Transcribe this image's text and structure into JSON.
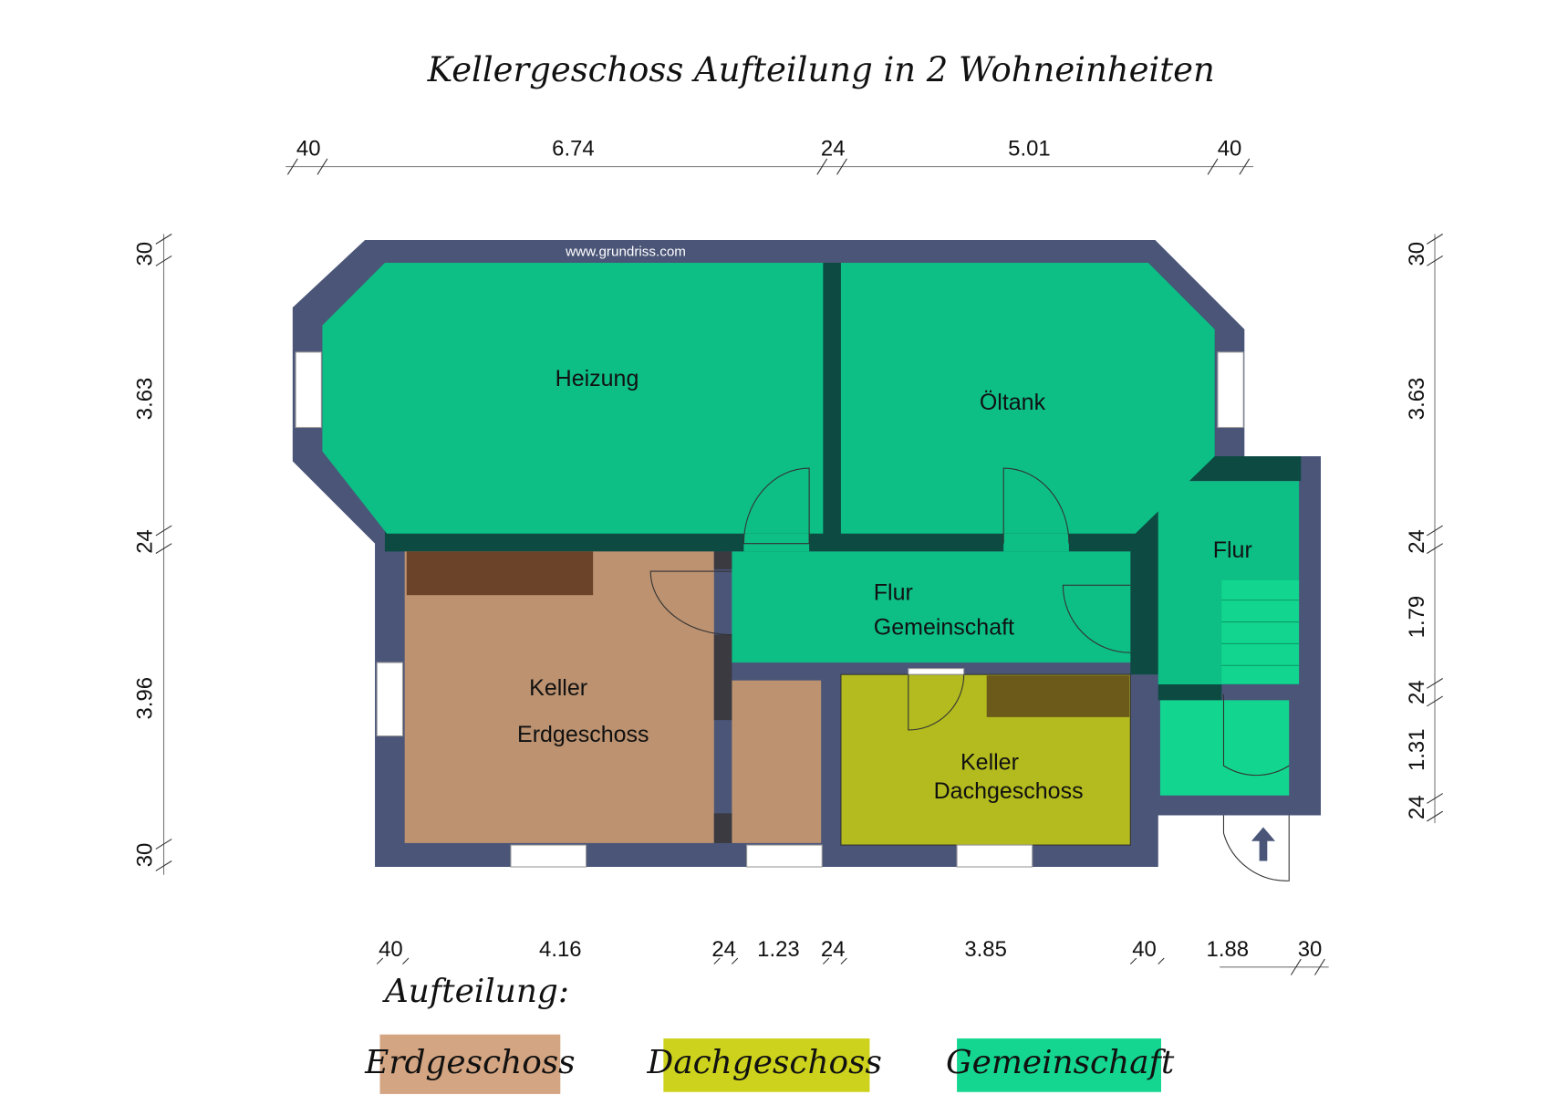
{
  "title": "Kellergeschoss Aufteilung in 2 Wohneinheiten",
  "watermark": "www.grundriss.com",
  "dimensions": {
    "top": [
      "40",
      "6.74",
      "24",
      "5.01",
      "40"
    ],
    "left": [
      "30",
      "3.63",
      "24",
      "3.96",
      "30"
    ],
    "right": [
      "30",
      "3.63",
      "24",
      "1.79",
      "24",
      "1.31",
      "24"
    ],
    "bottom": [
      "40",
      "4.16",
      "24",
      "1.23",
      "24",
      "3.85",
      "40",
      "1.88",
      "30"
    ]
  },
  "rooms": {
    "heizung": "Heizung",
    "oeltank": "Öltank",
    "flur_gem_1": "Flur",
    "flur_gem_2": "Gemeinschaft",
    "flur": "Flur",
    "keller_eg_1": "Keller",
    "keller_eg_2": "Erdgeschoss",
    "keller_dg_1": "Keller",
    "keller_dg_2": "Dachgeschoss"
  },
  "legend": {
    "heading": "Aufteilung:",
    "items": [
      {
        "label": "Erdgeschoss",
        "color": "#d4a582"
      },
      {
        "label": "Dachgeschoss",
        "color": "#cdd31c"
      },
      {
        "label": "Gemeinschaft",
        "color": "#14d690"
      }
    ]
  },
  "colors": {
    "wall": "#4a5578",
    "inner_wall": "#0c4a42",
    "common": "#0dbf85",
    "eg": "#bc9270",
    "dg": "#b3bb1e"
  }
}
